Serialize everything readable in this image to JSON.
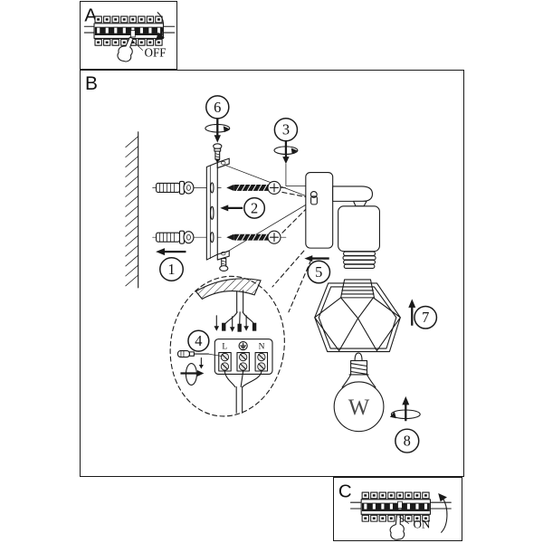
{
  "colors": {
    "ink": "#1a1a1a",
    "paper": "#ffffff"
  },
  "panel_a": {
    "label": "A",
    "breaker_state": "OFF"
  },
  "panel_b": {
    "label": "B",
    "steps": [
      "1",
      "2",
      "3",
      "4",
      "5",
      "6",
      "7",
      "8"
    ],
    "terminal": {
      "live": "L",
      "neutral": "N",
      "earth": "earth-ground-icon"
    },
    "bulb_marking": "W"
  },
  "panel_c": {
    "label": "C",
    "breaker_state": "ON"
  },
  "icons": {
    "hand": "pointing-hand-icon",
    "rotate": "rotate-direction-icon",
    "earth": "earth-ground-icon",
    "arrow": "direction-arrow-icon"
  }
}
